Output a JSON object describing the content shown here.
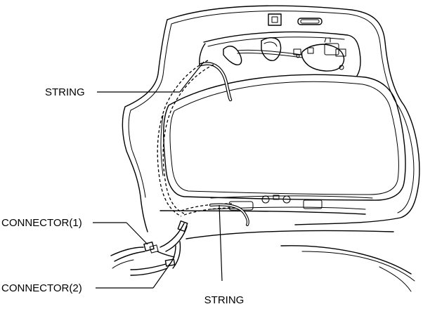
{
  "labels": {
    "string_upper": "STRING",
    "connector_1": "CONNECTOR(1)",
    "connector_2": "CONNECTOR(2)",
    "string_lower": "STRING"
  }
}
